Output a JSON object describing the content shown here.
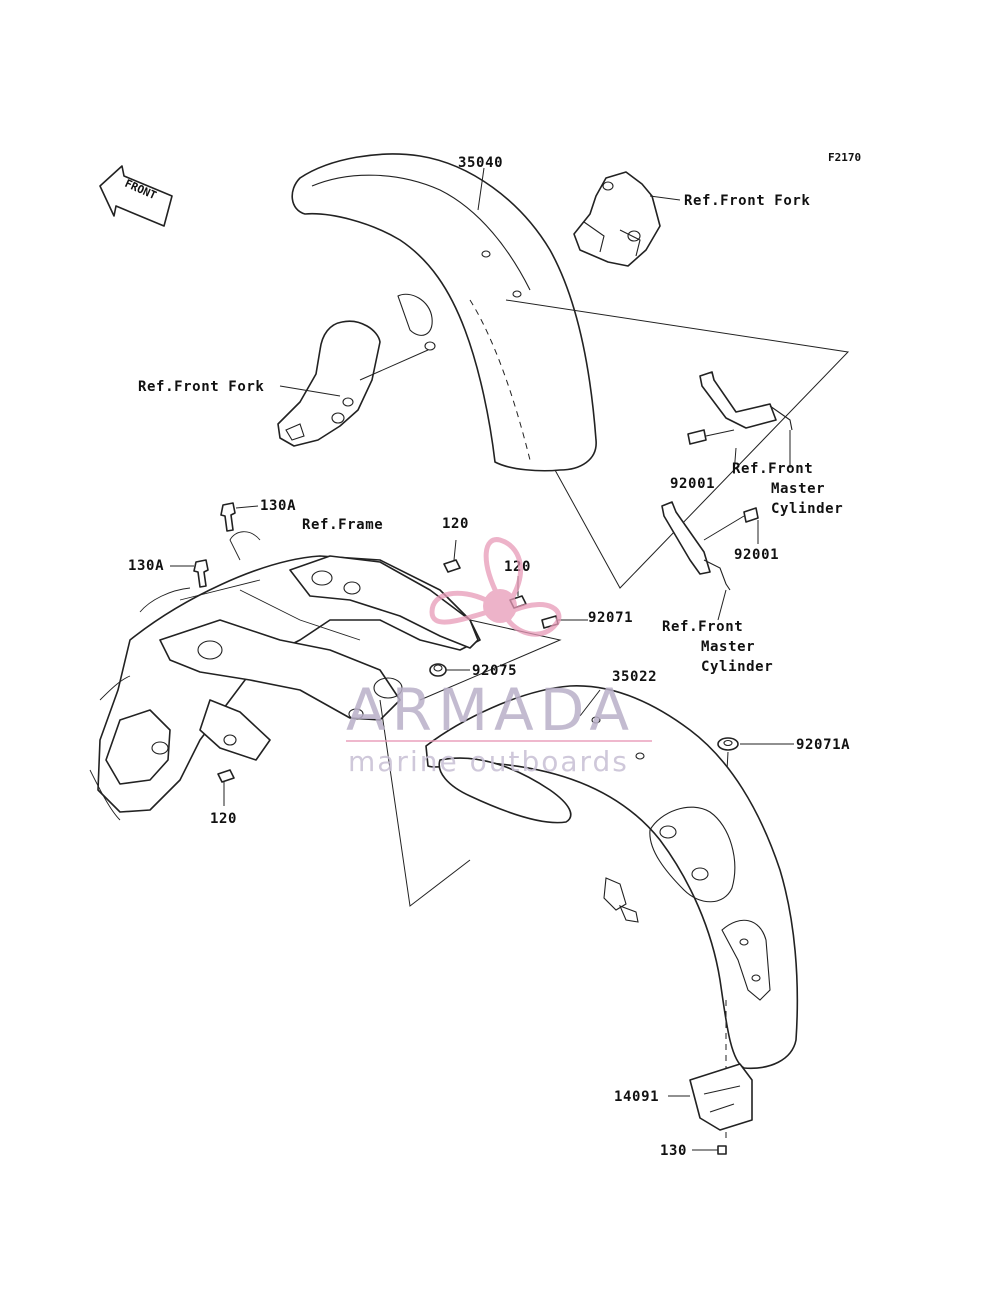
{
  "figure_code": "F2170",
  "front_arrow_label": "FRONT",
  "labels": {
    "p35040": "35040",
    "ref_front_fork_top": "Ref.Front Fork",
    "ref_front_fork_left": "Ref.Front Fork",
    "p92001_a": "92001",
    "p92001_b": "92001",
    "ref_master_cyl_a": [
      "Ref.Front",
      "Master",
      "Cylinder"
    ],
    "ref_master_cyl_b": [
      "Ref.Front",
      "Master",
      "Cylinder"
    ],
    "p130A_a": "130A",
    "p130A_b": "130A",
    "ref_frame": "Ref.Frame",
    "p120_a": "120",
    "p120_b": "120",
    "p120_c": "120",
    "p92071": "92071",
    "p92075": "92075",
    "p35022": "35022",
    "p92071A": "92071A",
    "p14091": "14091",
    "p130": "130"
  },
  "watermark": {
    "brand": "ARMADA",
    "tagline": "marine outboards",
    "colors": {
      "logo": "#e89ab8",
      "text": "#b9b0c8"
    }
  }
}
